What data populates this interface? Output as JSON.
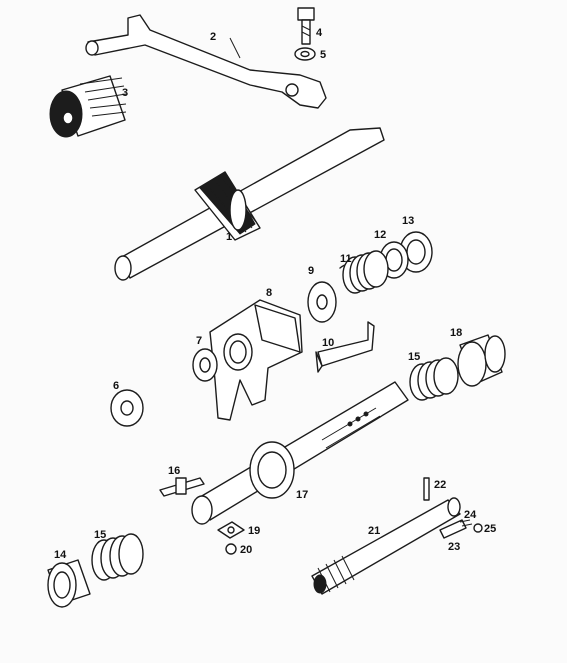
{
  "diagram": {
    "labels": {
      "p1": "1",
      "p2": "2",
      "p3": "3",
      "p4": "4",
      "p5": "5",
      "p6": "6",
      "p7": "7",
      "p8": "8",
      "p9": "9",
      "p10": "10",
      "p11": "11",
      "p12": "12",
      "p13": "13",
      "p14": "14",
      "p15a": "15",
      "p15b": "15",
      "p16": "16",
      "p17": "17",
      "p18": "18",
      "p19": "19",
      "p20": "20",
      "p21": "21",
      "p22": "22",
      "p23": "23",
      "p24": "24",
      "p25": "25"
    }
  }
}
